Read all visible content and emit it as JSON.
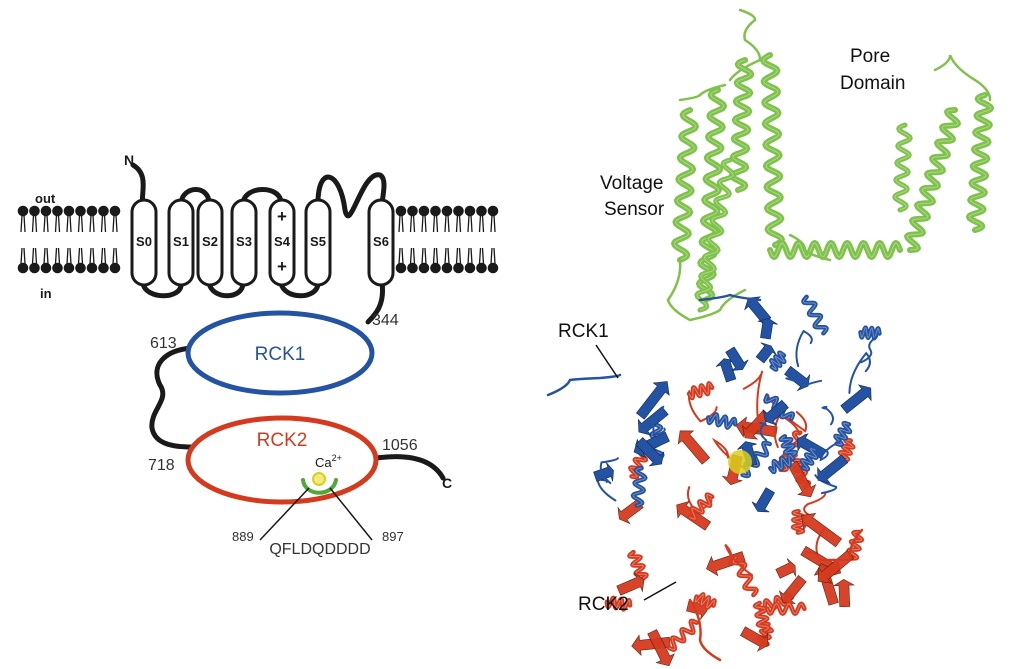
{
  "topology": {
    "terminal_n": "N",
    "terminal_c": "C",
    "side_out": "out",
    "side_in": "in",
    "segments": [
      "S0",
      "S1",
      "S2",
      "S3",
      "S4",
      "S5",
      "S6"
    ],
    "charge_symbol": "+",
    "rck1_label": "RCK1",
    "rck2_label": "RCK2",
    "residues": {
      "r344": "344",
      "r613": "613",
      "r718": "718",
      "r1056": "1056",
      "r889": "889",
      "r897": "897"
    },
    "ca_ion": "Ca",
    "ca_charge": "2+",
    "bowl_sequence": "QFLDQDDDD"
  },
  "structure": {
    "pore_domain_line1": "Pore",
    "pore_domain_line2": "Domain",
    "voltage_sensor_line1": "Voltage",
    "voltage_sensor_line2": "Sensor",
    "rck1_label": "RCK1",
    "rck2_label": "RCK2"
  },
  "colors": {
    "rck1": "#2453a3",
    "rck2": "#d63a1e",
    "membrane_domain": "#7fc24a",
    "calcium": "#d9cf1e",
    "calcium_bowl": "#4fa83a",
    "linker": "#1a1a1a"
  }
}
